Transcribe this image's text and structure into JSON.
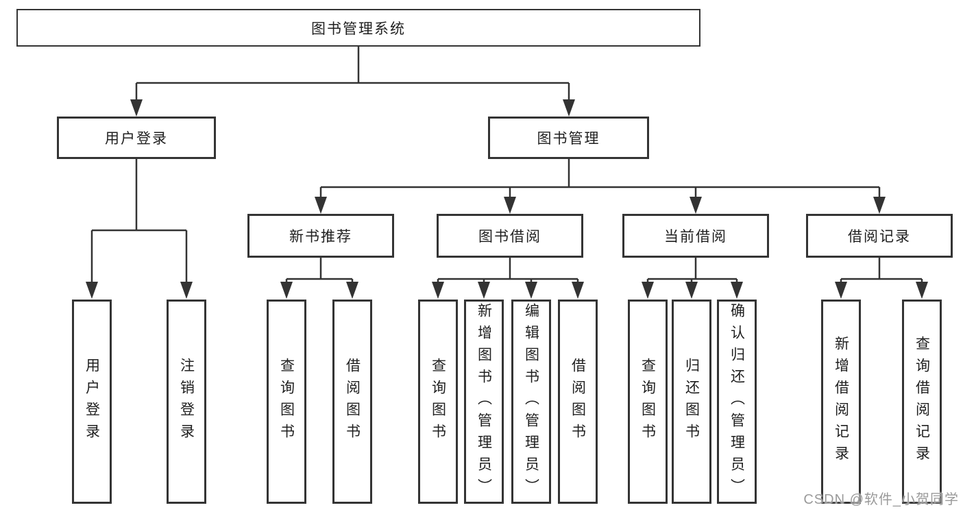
{
  "diagram": {
    "root": {
      "label": "图书管理系统"
    },
    "level2": [
      {
        "label": "用户登录"
      },
      {
        "label": "图书管理"
      }
    ],
    "level3": [
      {
        "label": "新书推荐"
      },
      {
        "label": "图书借阅"
      },
      {
        "label": "当前借阅"
      },
      {
        "label": "借阅记录"
      }
    ],
    "leaves": {
      "user_login": [
        {
          "label": "用户登录"
        },
        {
          "label": "注销登录"
        }
      ],
      "new_book_recommend": [
        {
          "label": "查询图书"
        },
        {
          "label": "借阅图书"
        }
      ],
      "book_borrow": [
        {
          "label": "查询图书"
        },
        {
          "label": "新增图书（管理员）"
        },
        {
          "label": "编辑图书（管理员）"
        },
        {
          "label": "借阅图书"
        }
      ],
      "current_borrow": [
        {
          "label": "查询图书"
        },
        {
          "label": "归还图书"
        },
        {
          "label": "确认归还（管理员）"
        }
      ],
      "borrow_records": [
        {
          "label": "新增借阅记录"
        },
        {
          "label": "查询借阅记录"
        }
      ]
    },
    "watermark": "CSDN @软件_小贺同学",
    "colors": {
      "line": "#333333",
      "text": "#1f1f1f",
      "box_background": "#ffffff",
      "watermark": "#9a9a9a"
    }
  }
}
